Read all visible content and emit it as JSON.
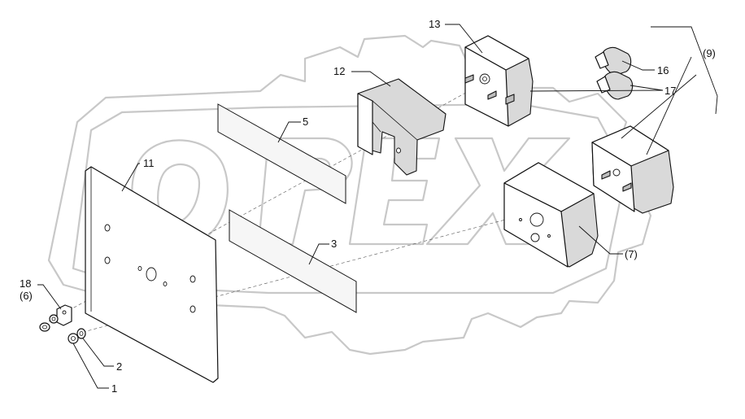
{
  "callouts": {
    "c1": "1",
    "c2": "2",
    "c3": "3",
    "c5": "5",
    "c11": "11",
    "c12": "12",
    "c13": "13",
    "c16": "16",
    "c17": "17",
    "c18": "18",
    "c6": "(6)",
    "c7": "(7)",
    "c9": "(9)"
  },
  "watermark": {
    "text": "OPEX"
  }
}
